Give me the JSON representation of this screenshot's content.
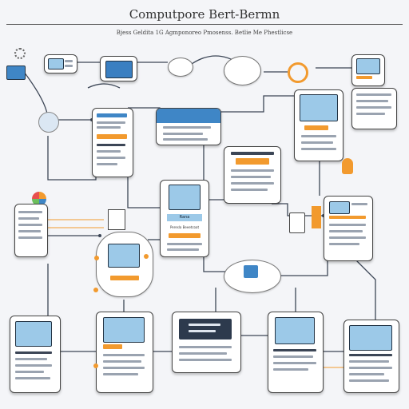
{
  "header": {
    "title": "Computpore Bert-Bermn",
    "subtitle": "Bjess Geldita 1G Agmponoreo Pmosenss. Betlie Me Phestlicse"
  },
  "labels": {
    "card_c": "Rana",
    "card_c_sub": "Peresla Beeetcoat"
  },
  "colors": {
    "accent_orange": "#f29a2e",
    "accent_blue": "#3f86c6",
    "line": "#3c4656"
  }
}
